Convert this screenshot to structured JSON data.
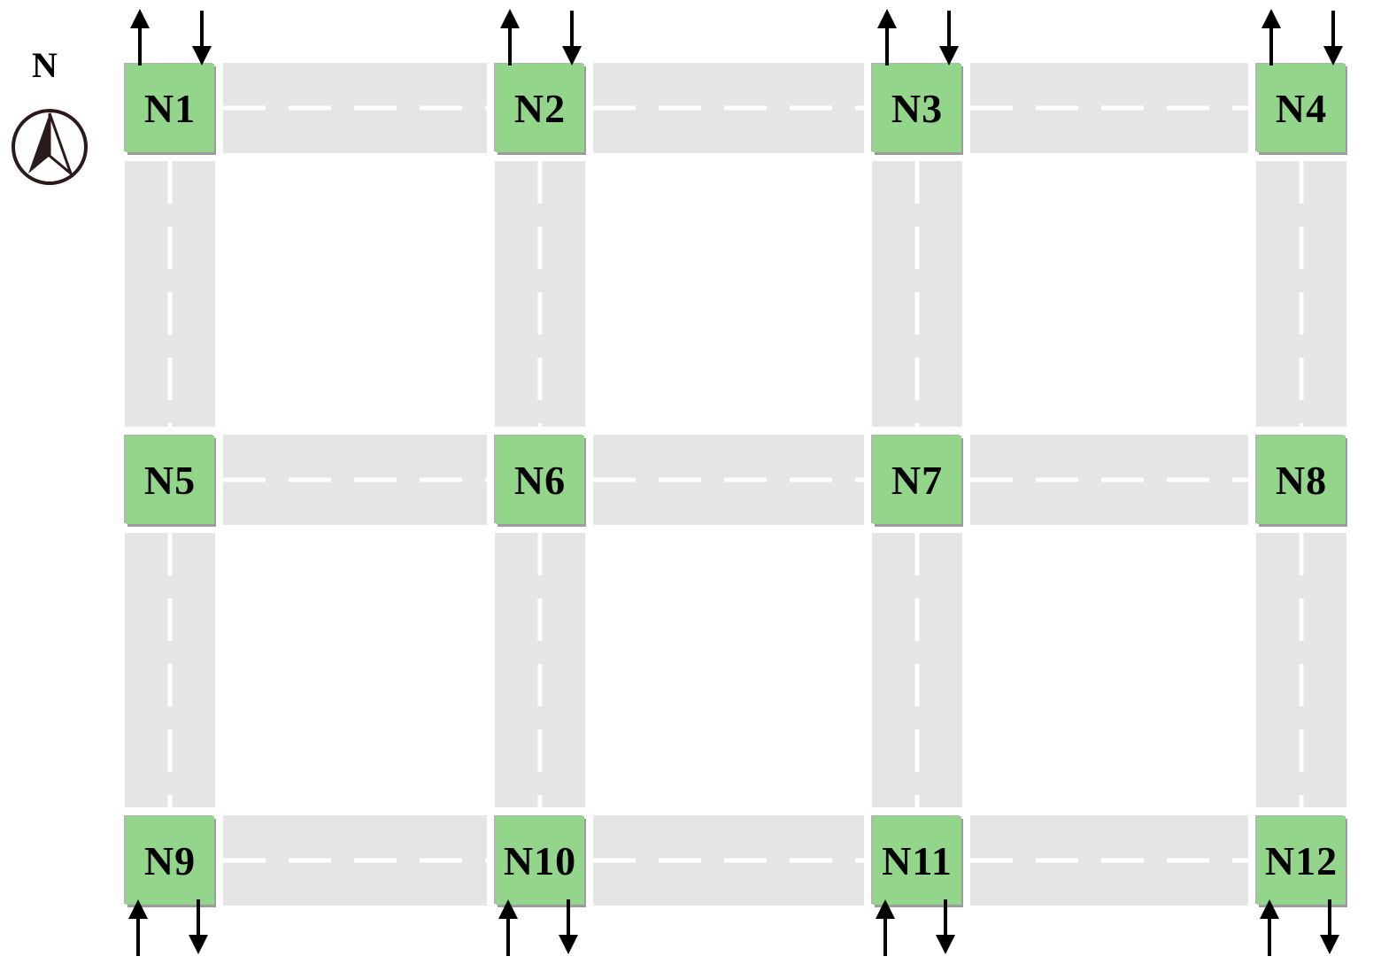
{
  "compass": {
    "label": "N",
    "icon": "north-arrow-icon"
  },
  "colors": {
    "node_fill": "#93d58a",
    "road": "#e5e5e5",
    "lane_marking": "#ffffff",
    "arrow": "#000000"
  },
  "nodes": [
    {
      "label": "N1"
    },
    {
      "label": "N2"
    },
    {
      "label": "N3"
    },
    {
      "label": "N4"
    },
    {
      "label": "N5"
    },
    {
      "label": "N6"
    },
    {
      "label": "N7"
    },
    {
      "label": "N8"
    },
    {
      "label": "N9"
    },
    {
      "label": "N10"
    },
    {
      "label": "N11"
    },
    {
      "label": "N12"
    }
  ],
  "links": {
    "horizontal": [
      [
        "N1",
        "N2"
      ],
      [
        "N2",
        "N3"
      ],
      [
        "N3",
        "N4"
      ],
      [
        "N5",
        "N6"
      ],
      [
        "N6",
        "N7"
      ],
      [
        "N7",
        "N8"
      ],
      [
        "N9",
        "N10"
      ],
      [
        "N10",
        "N11"
      ],
      [
        "N11",
        "N12"
      ]
    ],
    "vertical": [
      [
        "N1",
        "N5"
      ],
      [
        "N5",
        "N9"
      ],
      [
        "N2",
        "N6"
      ],
      [
        "N6",
        "N10"
      ],
      [
        "N3",
        "N7"
      ],
      [
        "N7",
        "N11"
      ],
      [
        "N4",
        "N8"
      ],
      [
        "N8",
        "N12"
      ]
    ]
  },
  "external_flows": {
    "north_in_out_nodes": [
      "N1",
      "N2",
      "N3",
      "N4"
    ],
    "south_in_out_nodes": [
      "N9",
      "N10",
      "N11",
      "N12"
    ],
    "arrow_icons": [
      "arrow-up-icon",
      "arrow-down-icon"
    ]
  }
}
